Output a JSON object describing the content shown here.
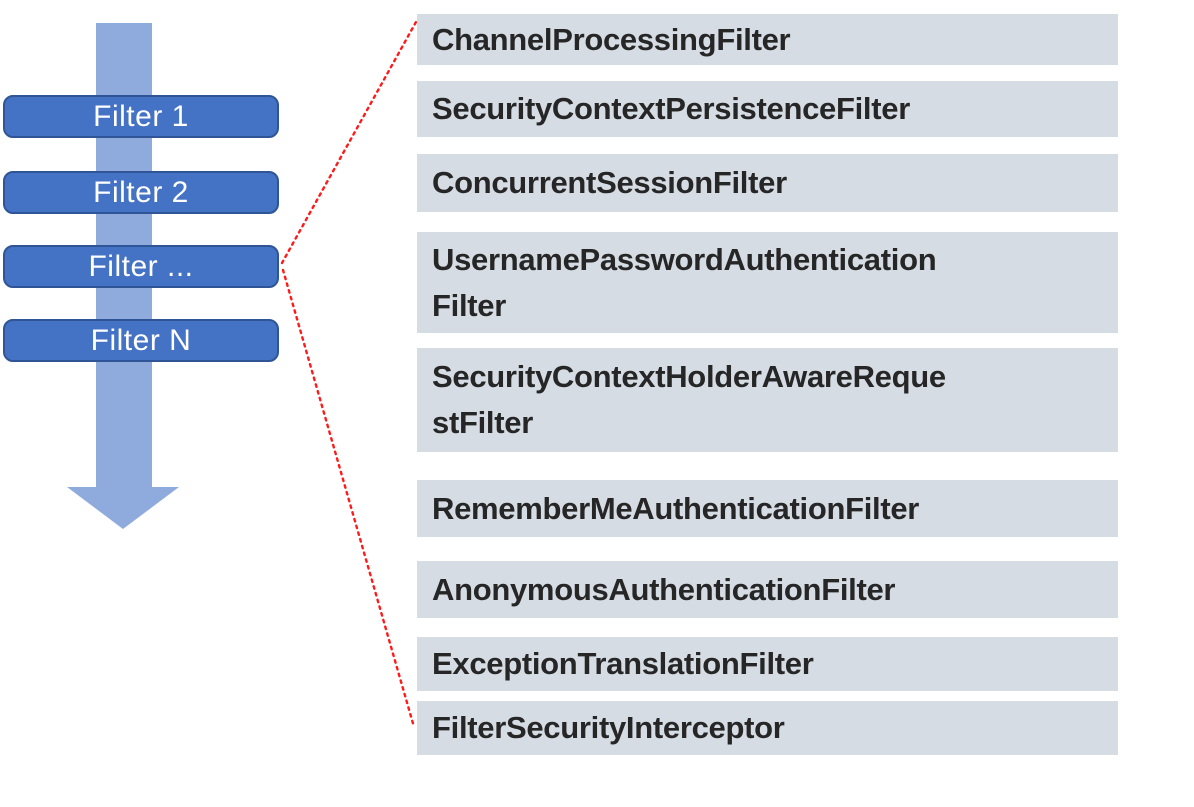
{
  "diagram_title": "Spring Security filter chain diagram",
  "chain": {
    "buttons": [
      {
        "label": "Filter 1"
      },
      {
        "label": "Filter 2"
      },
      {
        "label": "Filter ..."
      },
      {
        "label": "Filter N"
      }
    ]
  },
  "filters": {
    "items": [
      {
        "name": "ChannelProcessingFilter",
        "lines": [
          "ChannelProcessingFilter"
        ]
      },
      {
        "name": "SecurityContextPersistenceFilter",
        "lines": [
          "SecurityContextPersistenceFilter"
        ]
      },
      {
        "name": "ConcurrentSessionFilter",
        "lines": [
          "ConcurrentSessionFilter"
        ]
      },
      {
        "name": "UsernamePasswordAuthenticationFilter",
        "lines": [
          "UsernamePasswordAuthentication",
          "Filter"
        ]
      },
      {
        "name": "SecurityContextHolderAwareRequestFilter",
        "lines": [
          "SecurityContextHolderAwareReque",
          "stFilter"
        ]
      },
      {
        "name": "RememberMeAuthenticationFilter",
        "lines": [
          "RememberMeAuthenticationFilter"
        ]
      },
      {
        "name": "AnonymousAuthenticationFilter",
        "lines": [
          "AnonymousAuthenticationFilter"
        ]
      },
      {
        "name": "ExceptionTranslationFilter",
        "lines": [
          "ExceptionTranslationFilter"
        ]
      },
      {
        "name": "FilterSecurityInterceptor",
        "lines": [
          "FilterSecurityInterceptor"
        ]
      }
    ]
  },
  "colors": {
    "button_fill": "#4472C4",
    "button_border": "#2F5597",
    "arrow": "#8FAADC",
    "list_box_bg": "#D6DCE4",
    "list_text": "#262626",
    "connector": "#FF1A1A"
  }
}
